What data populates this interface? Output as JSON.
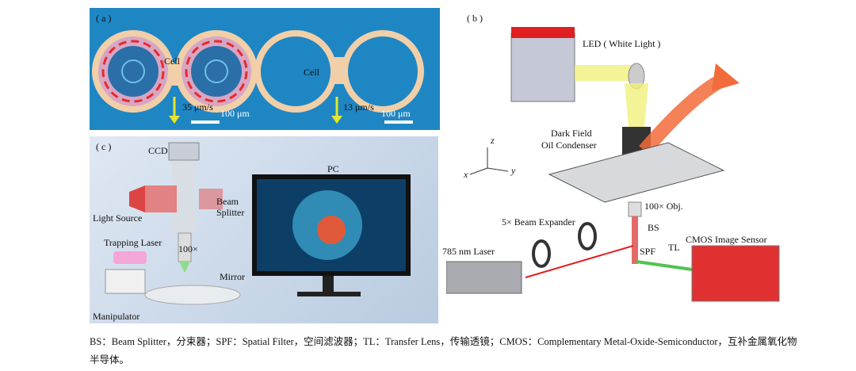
{
  "panel_a": {
    "label": "( a )",
    "cell_left": "Cell",
    "speed_left": "35 μm/s",
    "scale_left": "100 μm",
    "cell_right": "Cell",
    "speed_right": "13 μm/s",
    "scale_right": "100 μm"
  },
  "panel_b": {
    "label": "( b )",
    "led": "LED ( White Light )",
    "condenser_1": "Dark Field",
    "condenser_2": "Oil Condenser",
    "axis_z": "z",
    "axis_x": "x",
    "axis_y": "y",
    "objective": "100× Obj.",
    "expander": "5× Beam Expander",
    "bs": "BS",
    "laser": "785 nm Laser",
    "spf": "SPF",
    "tl": "TL",
    "cmos": "CMOS Image Sensor"
  },
  "panel_c": {
    "label": "( c )",
    "ccd": "CCD",
    "pc": "PC",
    "beam_splitter_1": "Beam",
    "beam_splitter_2": "Splitter",
    "light_source": "Light Source",
    "trapping_laser": "Trapping Laser",
    "objective": "100×",
    "mirror": "Mirror",
    "manipulator": "Manipulator"
  },
  "caption": {
    "line1": "BS：Beam Splitter，分束器；SPF：Spatial Filter，空间滤波器；TL：Transfer Lens，传输透镜；CMOS：Complementary Metal-Oxide-Semiconductor，互补金属氧化物",
    "line2": "半导体。"
  }
}
